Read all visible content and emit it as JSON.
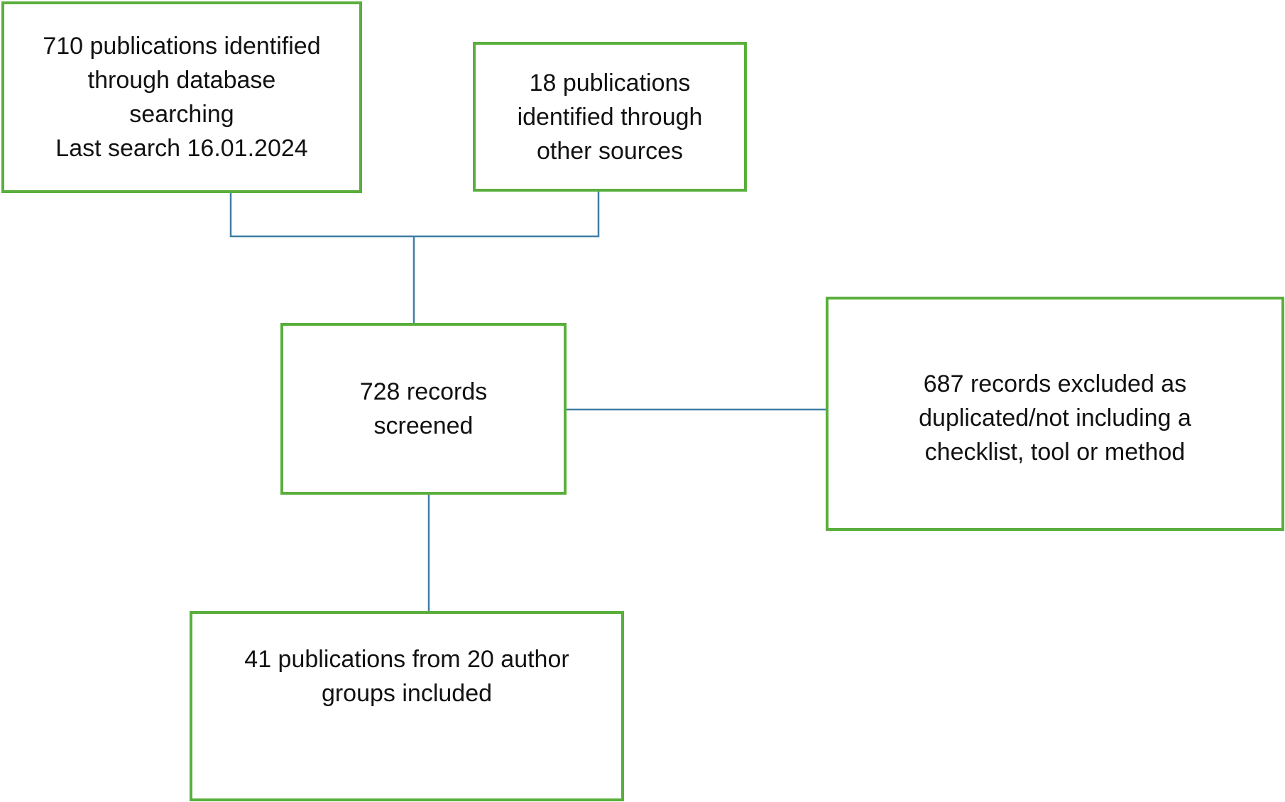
{
  "diagram": {
    "type": "flowchart",
    "colors": {
      "box_border": "#5aaf3c",
      "connector": "#3f7fa6",
      "text": "#111111"
    },
    "nodes": {
      "database_search": "710 publications identified\nthrough database\nsearching\nLast search 16.01.2024",
      "other_sources": "18 publications\nidentified through\nother sources",
      "screened": "728 records\nscreened",
      "excluded": "687 records excluded as\nduplicated/not including a\nchecklist, tool or method",
      "included": "41 publications from 20 author\ngroups included"
    },
    "edges": [
      {
        "from": "database_search",
        "to": "screened"
      },
      {
        "from": "other_sources",
        "to": "screened"
      },
      {
        "from": "screened",
        "to": "excluded"
      },
      {
        "from": "screened",
        "to": "included"
      }
    ]
  }
}
